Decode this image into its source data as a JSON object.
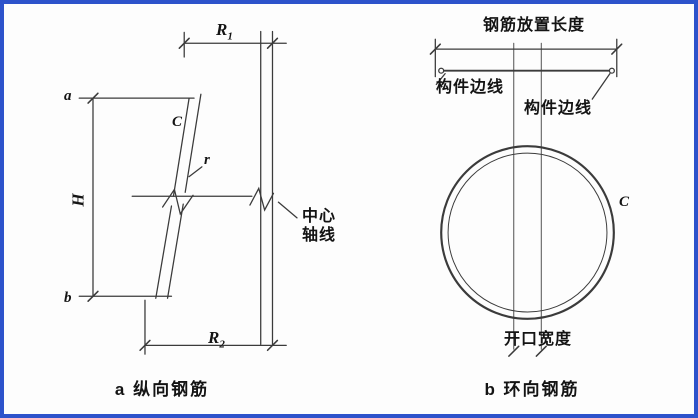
{
  "palette": {
    "frame_border": "#2d53cb",
    "line_color": "#3b3b3b",
    "text_color": "#141414",
    "background": "#fdfdfd"
  },
  "figure_a": {
    "caption": "a 纵向钢筋",
    "dim_r1_base": "R",
    "dim_r1_sub": "1",
    "dim_r2_base": "R",
    "dim_r2_sub": "2",
    "dim_h": "H",
    "point_a": "a",
    "point_b": "b",
    "label_c": "C",
    "label_r": "r",
    "axis_label_line1": "中心",
    "axis_label_line2": "轴线"
  },
  "figure_b": {
    "caption": "b 环向钢筋",
    "top_dim_label": "钢筋放置长度",
    "edge_label_1": "构件边线",
    "edge_label_2": "构件边线",
    "label_c": "C",
    "bottom_label": "开口宽度"
  }
}
